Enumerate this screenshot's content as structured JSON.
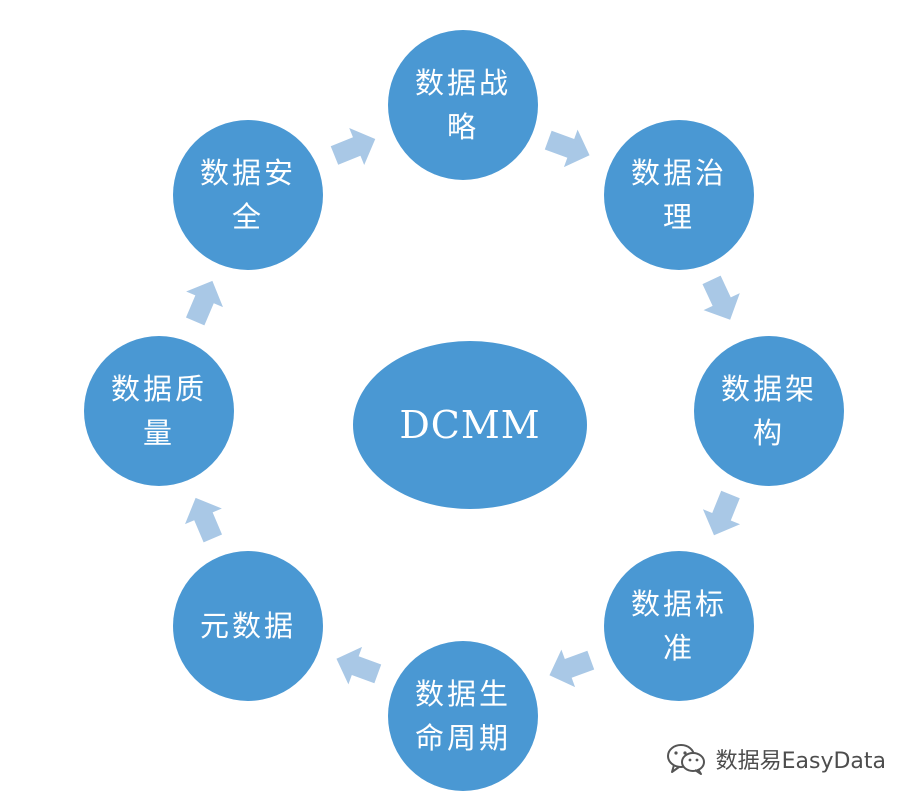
{
  "center": {
    "label": "DCMM"
  },
  "nodes": [
    {
      "label": "数据战略"
    },
    {
      "label": "数据治理"
    },
    {
      "label": "数据架构"
    },
    {
      "label": "数据标准"
    },
    {
      "label": "数据生命周期"
    },
    {
      "label": "元数据"
    },
    {
      "label": "数据质量"
    },
    {
      "label": "数据安全"
    }
  ],
  "watermark": {
    "text": "数据易EasyData",
    "icon": "wechat-icon"
  },
  "colors": {
    "node_fill": "#4a98d3",
    "arrow_fill": "#a9c8e6",
    "text": "#ffffff"
  }
}
